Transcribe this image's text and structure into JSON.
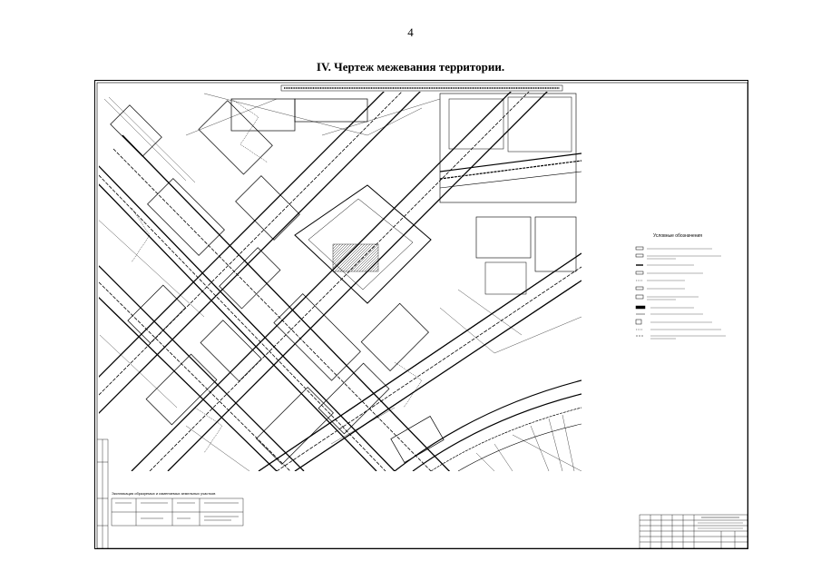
{
  "page_number": "4",
  "title": "IV.  Чертеж межевания территории.",
  "legend_title": "Условные обозначения",
  "table_title": "Экспликация образуемых и изменяемых земельных участков"
}
